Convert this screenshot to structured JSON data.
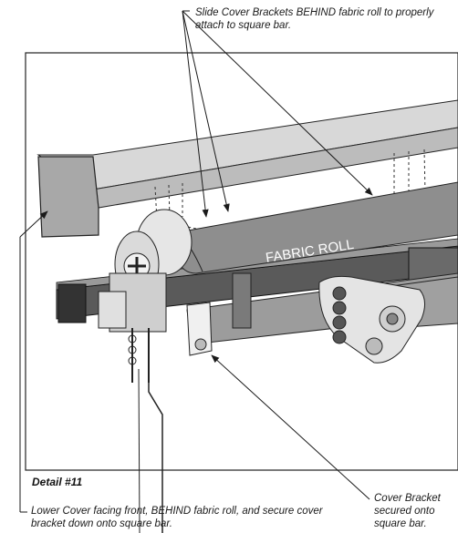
{
  "callouts": {
    "top": "Slide Cover Brackets BEHIND fabric roll to properly attach to square bar.",
    "bottom": "Lower Cover facing front, BEHIND fabric roll, and secure cover bracket down onto square bar.",
    "right": "Cover Bracket secured onto square bar."
  },
  "detail_label": "Detail #11",
  "fabric_label": "FABRIC ROLL",
  "colors": {
    "fabric": "#8e8e8e",
    "cover": "#d6d6d6",
    "cover_face": "#a9a9a9",
    "bar_dark": "#555555",
    "line": "#1a1a1a"
  }
}
